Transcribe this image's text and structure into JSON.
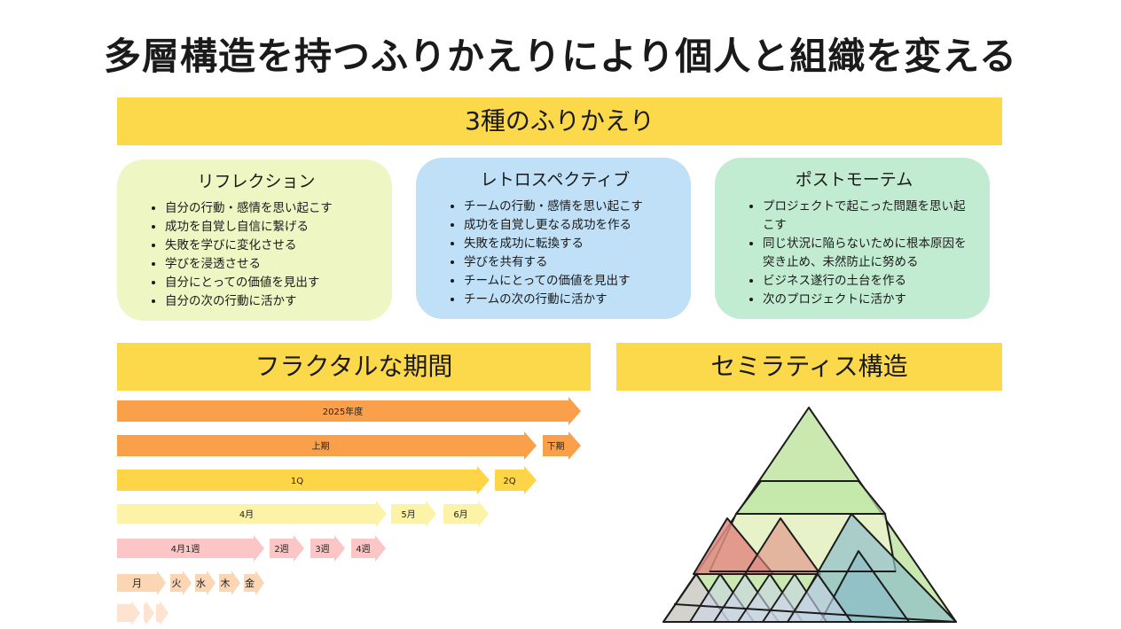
{
  "title": "多層構造を持つふりかえりにより個人と組織を変える",
  "types_header": "3種のふりかえり",
  "cards": [
    {
      "title": "リフレクション",
      "color": "#eef7c4",
      "items": [
        "自分の行動・感情を思い起こす",
        "成功を自覚し自信に繋げる",
        "失敗を学びに変化させる",
        "学びを浸透させる",
        "自分にとっての価値を見出す",
        "自分の次の行動に活かす"
      ]
    },
    {
      "title": "レトロスペクティブ",
      "color": "#bfe0f7",
      "items": [
        "チームの行動・感情を思い起こす",
        "成功を自覚し更なる成功を作る",
        "失敗を成功に転換する",
        "学びを共有する",
        "チームにとっての価値を見出す",
        "チームの次の行動に活かす"
      ]
    },
    {
      "title": "ポストモーテム",
      "color": "#c1ecd1",
      "items": [
        "プロジェクトで起こった問題を思い起こす",
        "同じ状況に陥らないために根本原因を突き止め、未然防止に努める",
        "ビジネス遂行の土台を作る",
        "次のプロジェクトに活かす"
      ]
    }
  ],
  "fractal_header": "フラクタルな期間",
  "semilattice_header": "セミラティス構造",
  "timeline": {
    "rows": [
      {
        "color": "#fba04a",
        "items": [
          {
            "label": "2025年度"
          }
        ]
      },
      {
        "color": "#fba04a",
        "items": [
          {
            "label": "上期"
          },
          {
            "label": "下期"
          }
        ]
      },
      {
        "color": "#fdd547",
        "items": [
          {
            "label": "1Q"
          },
          {
            "label": "2Q"
          }
        ]
      },
      {
        "color": "#fdf3a8",
        "items": [
          {
            "label": "4月"
          },
          {
            "label": "5月"
          },
          {
            "label": "6月"
          }
        ]
      },
      {
        "color": "#fcc6c6",
        "items": [
          {
            "label": "4月1週"
          },
          {
            "label": "2週"
          },
          {
            "label": "3週"
          },
          {
            "label": "4週"
          }
        ]
      },
      {
        "color": "#fbd6b4",
        "items": [
          {
            "label": "月"
          },
          {
            "label": "火"
          },
          {
            "label": "水"
          },
          {
            "label": "木"
          },
          {
            "label": "金"
          }
        ]
      },
      {
        "color": "#fde3d0",
        "items": [
          {
            "label": ""
          },
          {
            "label": ""
          },
          {
            "label": ""
          }
        ]
      }
    ]
  },
  "triangle_colors": [
    "#c3e7a8",
    "#f0f4d0",
    "#e08b82",
    "#8ebec7",
    "#cbd6e8",
    "#d9c7d9"
  ]
}
